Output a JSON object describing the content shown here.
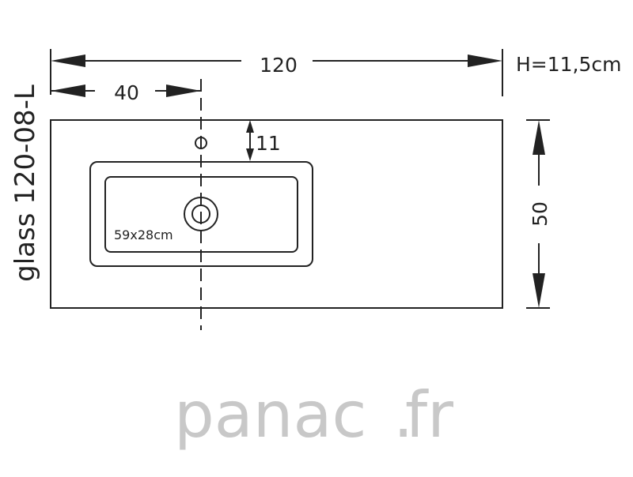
{
  "drawing": {
    "model": "glass 120-08-L",
    "height_note": "H=11,5cm",
    "width": "120",
    "tap_offset": "40",
    "tap_from_edge": "11",
    "depth": "50",
    "basin_size": "59x28cm"
  },
  "brand": {
    "name": "panac",
    "dot": ".",
    "tld": "fr"
  },
  "colors": {
    "line": "#222222",
    "brand": "#c8c8c8"
  }
}
